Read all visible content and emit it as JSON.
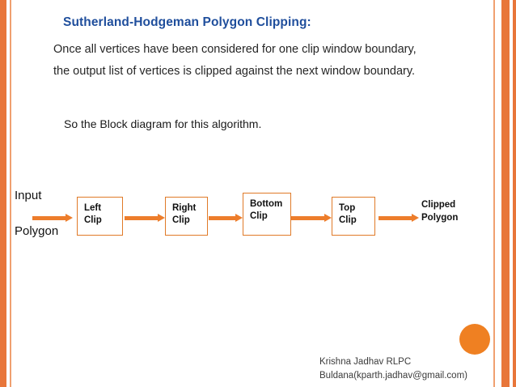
{
  "slide": {
    "title": "Sutherland-Hodgeman Polygon Clipping:",
    "body": "Once all vertices have been considered for one clip window boundary, the output list of vertices is clipped against the next window boundary.",
    "subtext": "So the Block diagram for this algorithm.",
    "accent_color": "#ef8022",
    "title_color": "#1f4e9c",
    "box_border_color": "#e07a28",
    "arrow_color": "#ed7d2b"
  },
  "diagram": {
    "input_label_line1": "Input",
    "input_label_line2": "Polygon",
    "output_label_line1": "Clipped",
    "output_label_line2": "Polygon",
    "boxes": [
      {
        "line1": "Left",
        "line2": "Clip"
      },
      {
        "line1": "Right",
        "line2": "Clip"
      },
      {
        "line1": "Bottom",
        "line2": "Clip"
      },
      {
        "line1": "Top",
        "line2": "Clip"
      }
    ]
  },
  "footer": {
    "line1": "Krishna Jadhav RLPC",
    "line2": "Buldana(kparth.jadhav@gmail.com)"
  }
}
